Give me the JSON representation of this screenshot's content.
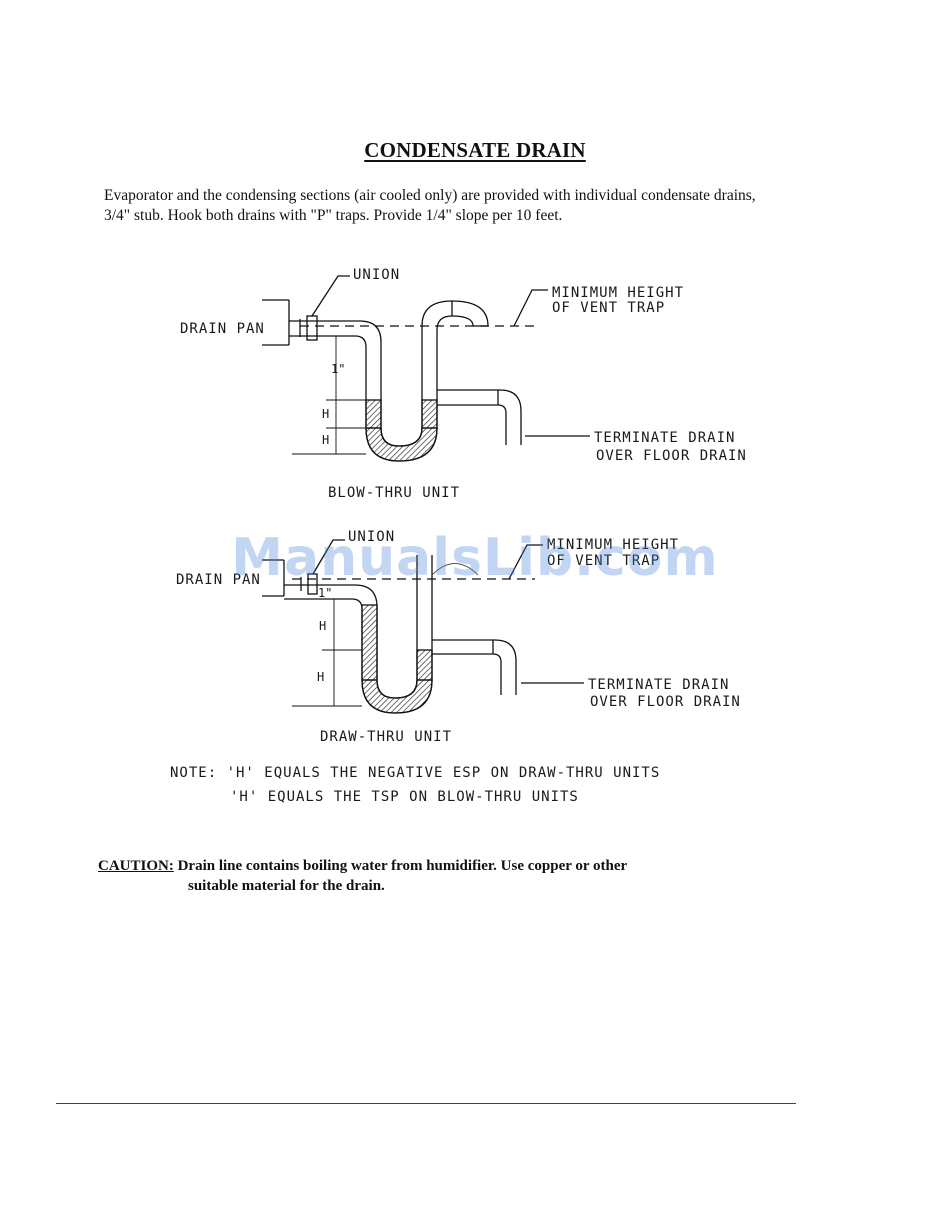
{
  "title": "CONDENSATE DRAIN",
  "intro": {
    "line1": "Evaporator and the condensing sections (air cooled only) are provided with individual condensate drains,",
    "line2": "3/4\" stub.  Hook both drains with \"P\" traps.  Provide 1/4\" slope per 10 feet."
  },
  "diagram_blow": {
    "union": "UNION",
    "drain_pan": "DRAIN PAN",
    "vent_line1": "MINIMUM HEIGHT",
    "vent_line2": "OF VENT TRAP",
    "dim_1in": "1\"",
    "dim_h1": "H",
    "dim_h2": "H",
    "terminate_line1": "TERMINATE DRAIN",
    "terminate_line2": "OVER FLOOR DRAIN",
    "caption": "BLOW-THRU UNIT"
  },
  "diagram_draw": {
    "union": "UNION",
    "drain_pan": "DRAIN PAN",
    "vent_line1": "MINIMUM HEIGHT",
    "vent_line2": "OF VENT TRAP",
    "dim_1in": "1\"",
    "dim_h1": "H",
    "dim_h2": "H",
    "terminate_line1": "TERMINATE DRAIN",
    "terminate_line2": "OVER FLOOR DRAIN",
    "caption": "DRAW-THRU UNIT"
  },
  "note": {
    "line1": "NOTE: 'H' EQUALS THE NEGATIVE ESP ON DRAW-THRU UNITS",
    "line2": "'H' EQUALS THE TSP ON BLOW-THRU UNITS"
  },
  "caution": {
    "label": "CAUTION:",
    "line1": " Drain line contains boiling water from humidifier. Use copper or other",
    "line2": "suitable material for the drain."
  },
  "watermark": "ManualsLib.com"
}
